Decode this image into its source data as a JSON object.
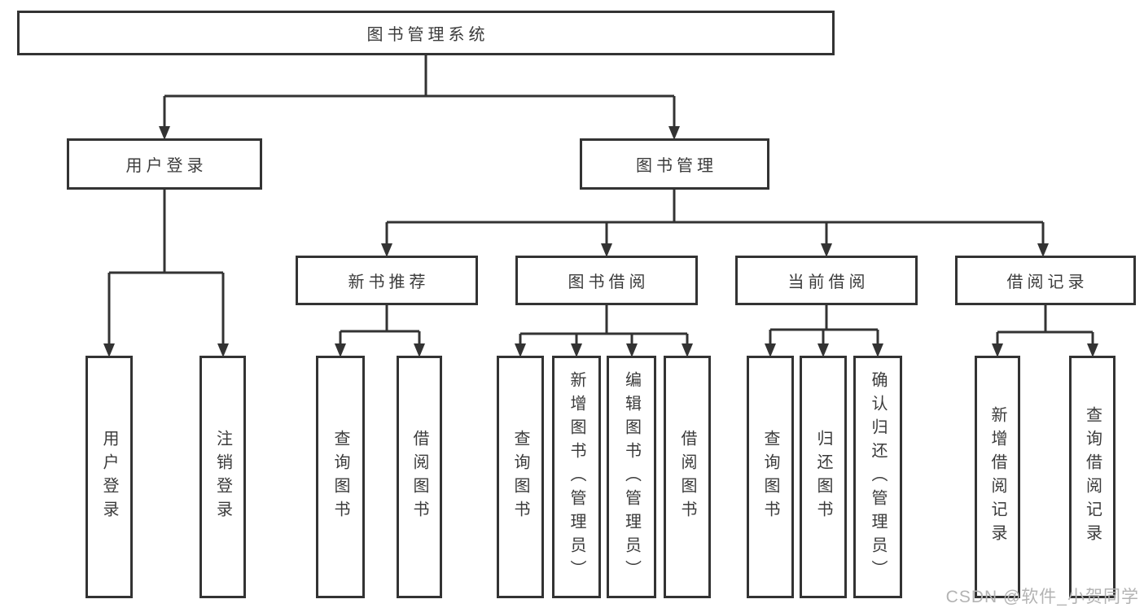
{
  "nodes": {
    "root": "图书管理系统",
    "user_login": "用户登录",
    "book_mgmt": "图书管理",
    "new_book_rec": "新书推荐",
    "book_borrow": "图书借阅",
    "current_borrow": "当前借阅",
    "borrow_record": "借阅记录",
    "ul_user_login": "用户登录",
    "ul_logout": "注销登录",
    "nb_query_book": "查询图书",
    "nb_borrow_book": "借阅图书",
    "bb_query_book": "查询图书",
    "bb_add_book": "新增图书（管理员）",
    "bb_edit_book": "编辑图书（管理员）",
    "bb_borrow_book": "借阅图书",
    "cb_query_book": "查询图书",
    "cb_return_book": "归还图书",
    "cb_confirm_return": "确认归还（管理员）",
    "br_add_record": "新增借阅记录",
    "br_query_record": "查询借阅记录"
  },
  "watermark": "CSDN @软件_小贺同学",
  "colors": {
    "line": "#333333",
    "text": "#3b3b3b",
    "watermark": "#b3b3b3",
    "background": "#ffffff"
  }
}
